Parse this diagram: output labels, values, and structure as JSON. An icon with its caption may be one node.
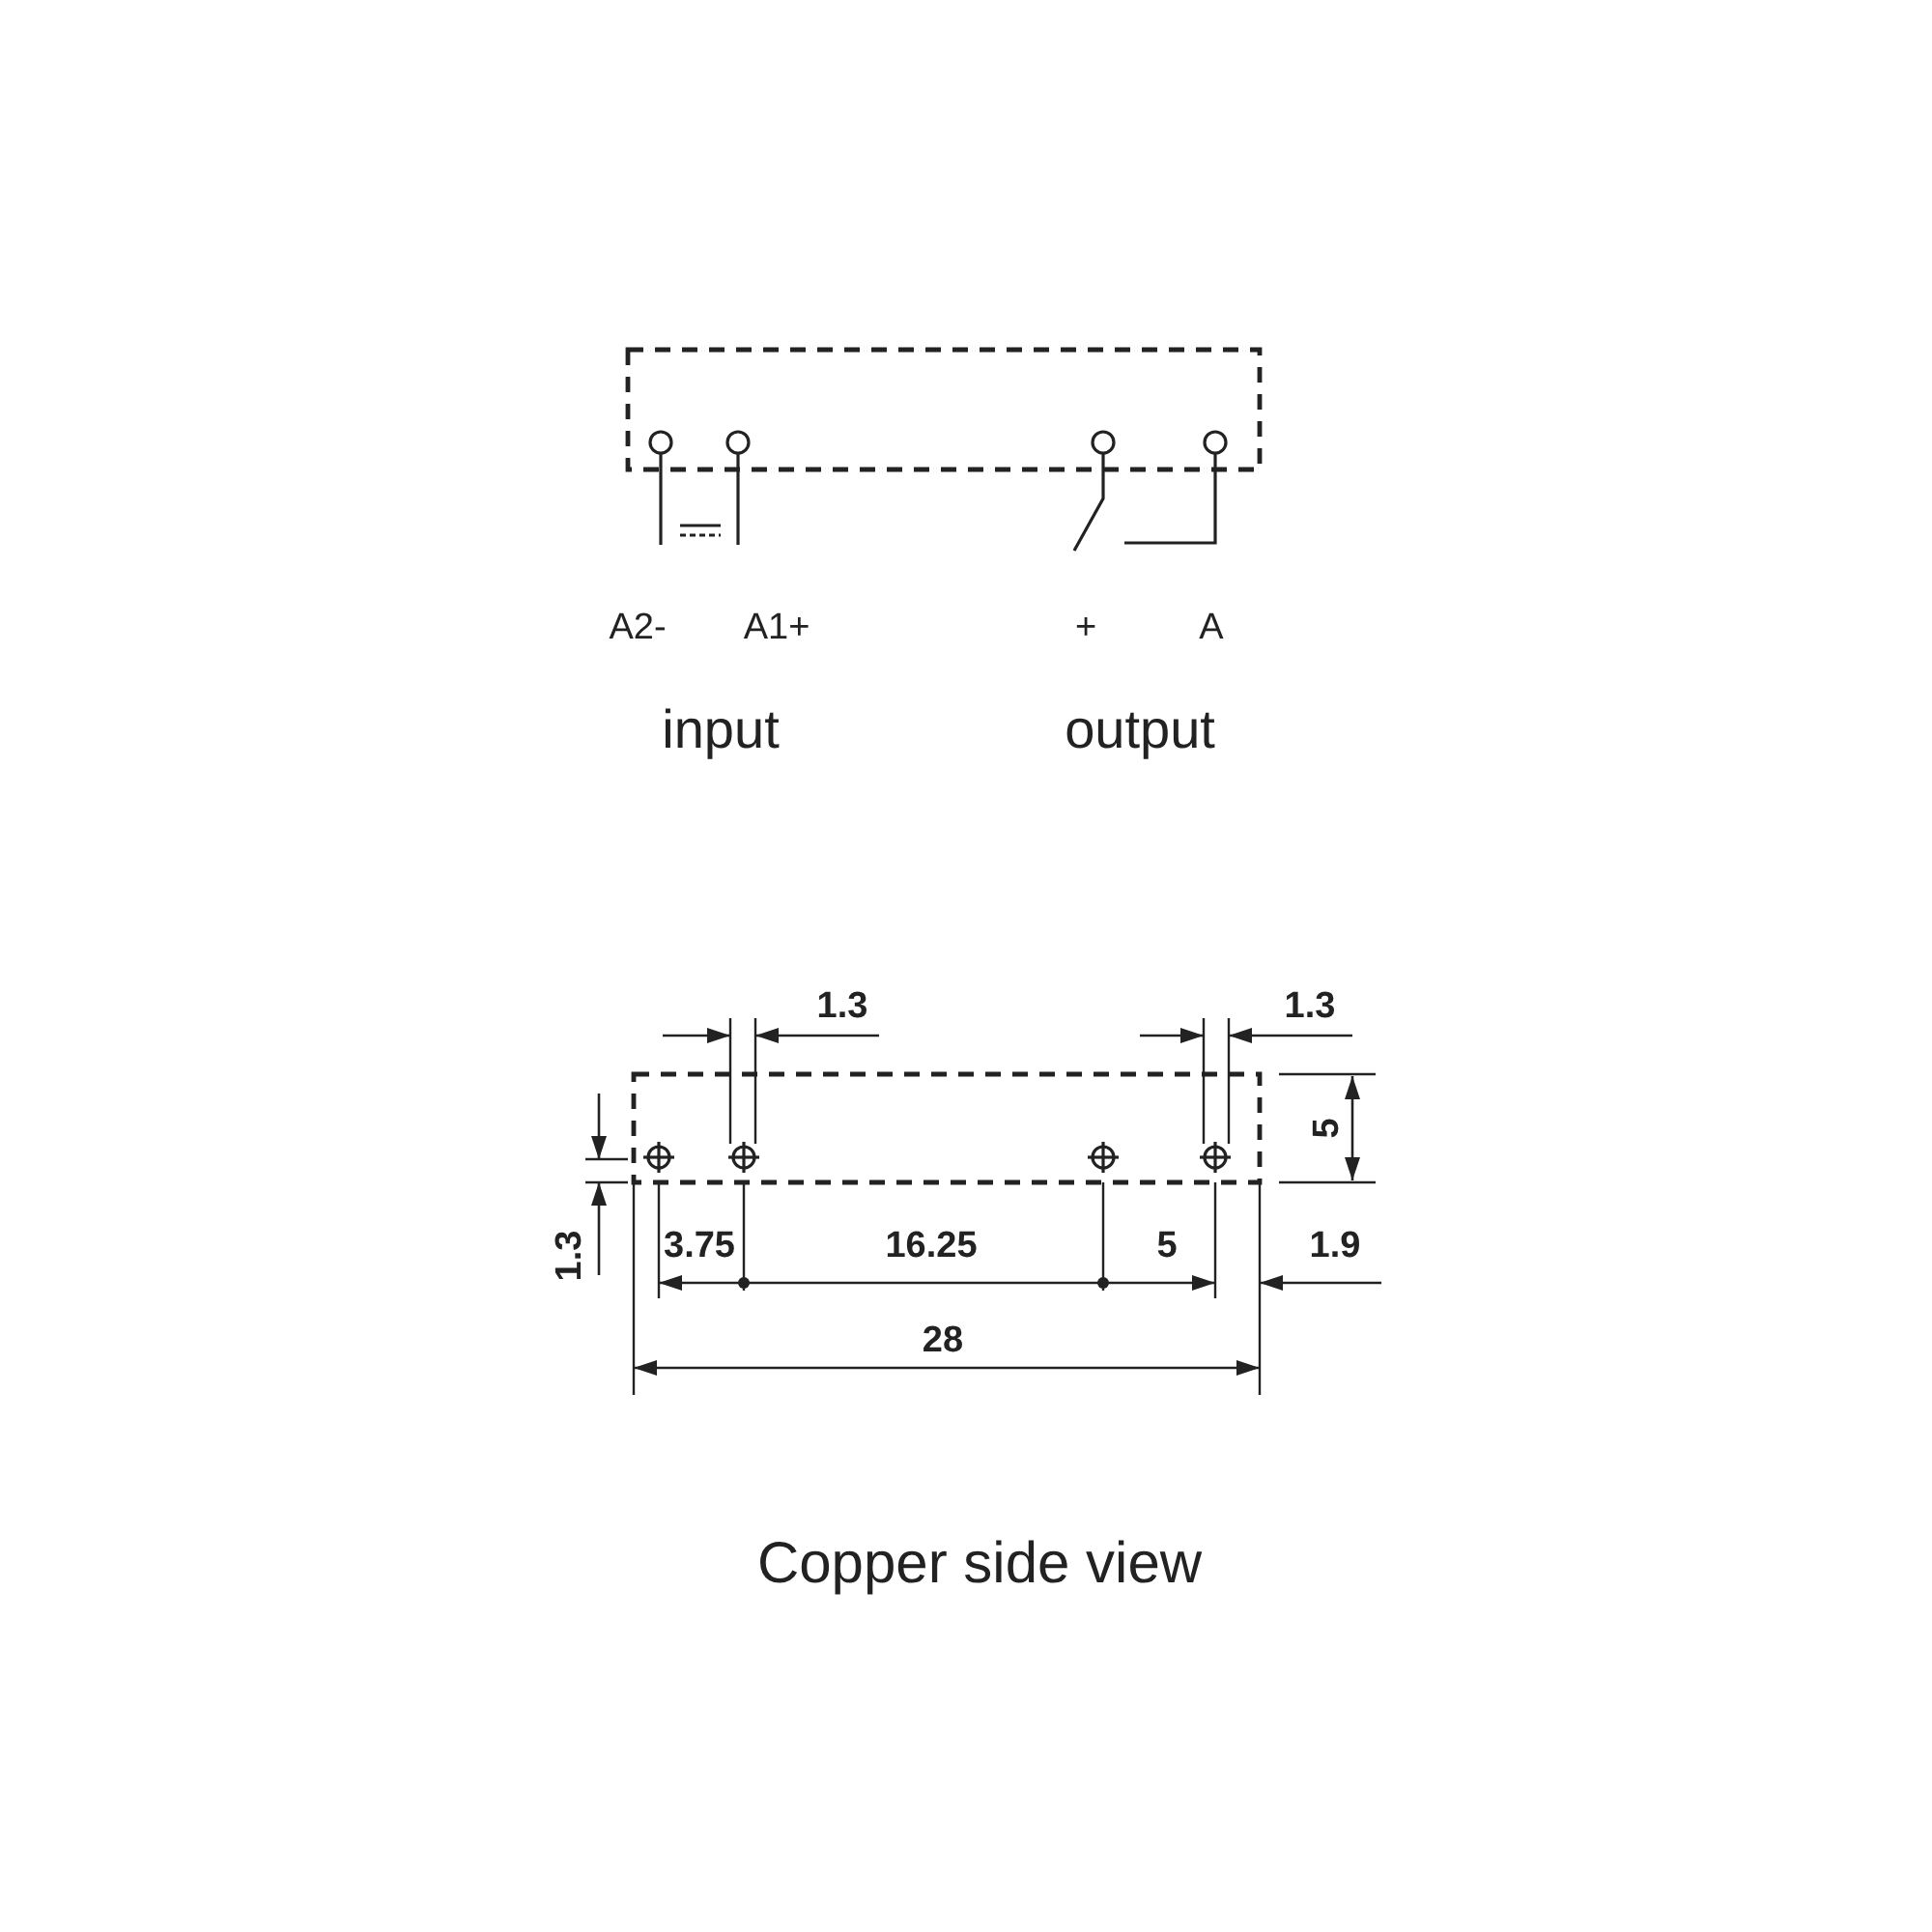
{
  "diagram": {
    "caption": "Copper side view",
    "labels": [
      "A2-",
      "A1+",
      "+",
      "A",
      "input",
      "output",
      "1.3",
      "1.3",
      "5",
      "1.3",
      "3.75",
      "16.25",
      "5",
      "1.9",
      "28"
    ]
  }
}
